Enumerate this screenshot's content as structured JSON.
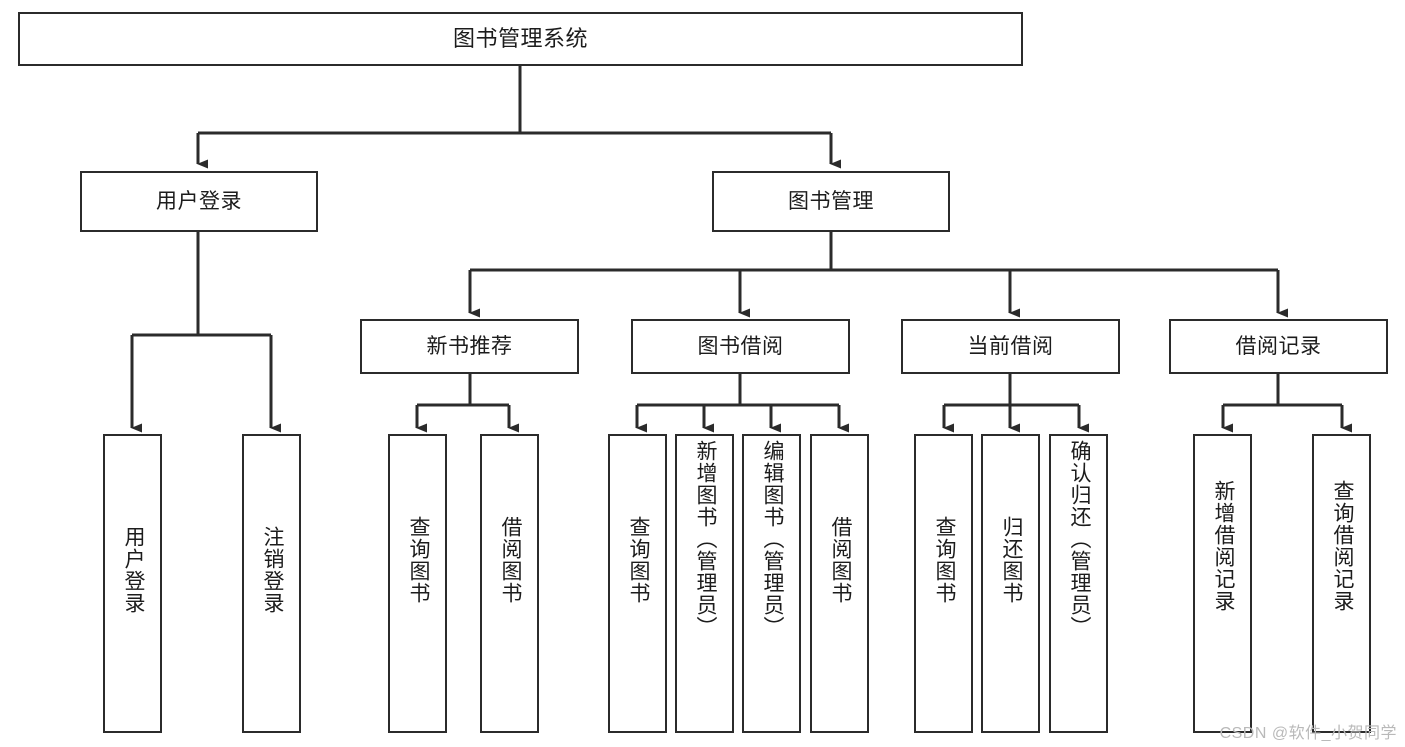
{
  "diagram": {
    "title": "图书管理系统",
    "type": "tree",
    "watermark": "CSDN @软件_小贺同学",
    "colors": {
      "box_border": "#2b2b2b",
      "box_fill": "#ffffff",
      "connector": "#2b2b2b",
      "text": "#1c1c1c",
      "watermark": "#b9b9b9"
    },
    "root": {
      "label": "图书管理系统"
    },
    "level2": [
      {
        "id": "user-login",
        "label": "用户登录"
      },
      {
        "id": "book-management",
        "label": "图书管理"
      }
    ],
    "level3": [
      {
        "id": "new-book-recommend",
        "label": "新书推荐",
        "parent": "book-management"
      },
      {
        "id": "book-borrow",
        "label": "图书借阅",
        "parent": "book-management"
      },
      {
        "id": "current-borrow",
        "label": "当前借阅",
        "parent": "book-management"
      },
      {
        "id": "borrow-record",
        "label": "借阅记录",
        "parent": "book-management"
      }
    ],
    "leaves": [
      {
        "id": "leaf-user-login",
        "label": "用户登录",
        "parent": "user-login"
      },
      {
        "id": "leaf-logout-login",
        "label": "注销登录",
        "parent": "user-login"
      },
      {
        "id": "leaf-query-book-1",
        "label": "查询图书",
        "parent": "new-book-recommend"
      },
      {
        "id": "leaf-borrow-book-1",
        "label": "借阅图书",
        "parent": "new-book-recommend"
      },
      {
        "id": "leaf-query-book-2",
        "label": "查询图书",
        "parent": "book-borrow"
      },
      {
        "id": "leaf-add-book",
        "label": "新增图书（管理员）",
        "parent": "book-borrow"
      },
      {
        "id": "leaf-edit-book",
        "label": "编辑图书（管理员）",
        "parent": "book-borrow"
      },
      {
        "id": "leaf-borrow-book-2",
        "label": "借阅图书",
        "parent": "book-borrow"
      },
      {
        "id": "leaf-query-book-3",
        "label": "查询图书",
        "parent": "current-borrow"
      },
      {
        "id": "leaf-return-book",
        "label": "归还图书",
        "parent": "current-borrow"
      },
      {
        "id": "leaf-confirm-return",
        "label": "确认归还（管理员）",
        "parent": "current-borrow"
      },
      {
        "id": "leaf-add-record",
        "label": "新增借阅记录",
        "parent": "borrow-record"
      },
      {
        "id": "leaf-query-record",
        "label": "查询借阅记录",
        "parent": "borrow-record"
      }
    ]
  }
}
